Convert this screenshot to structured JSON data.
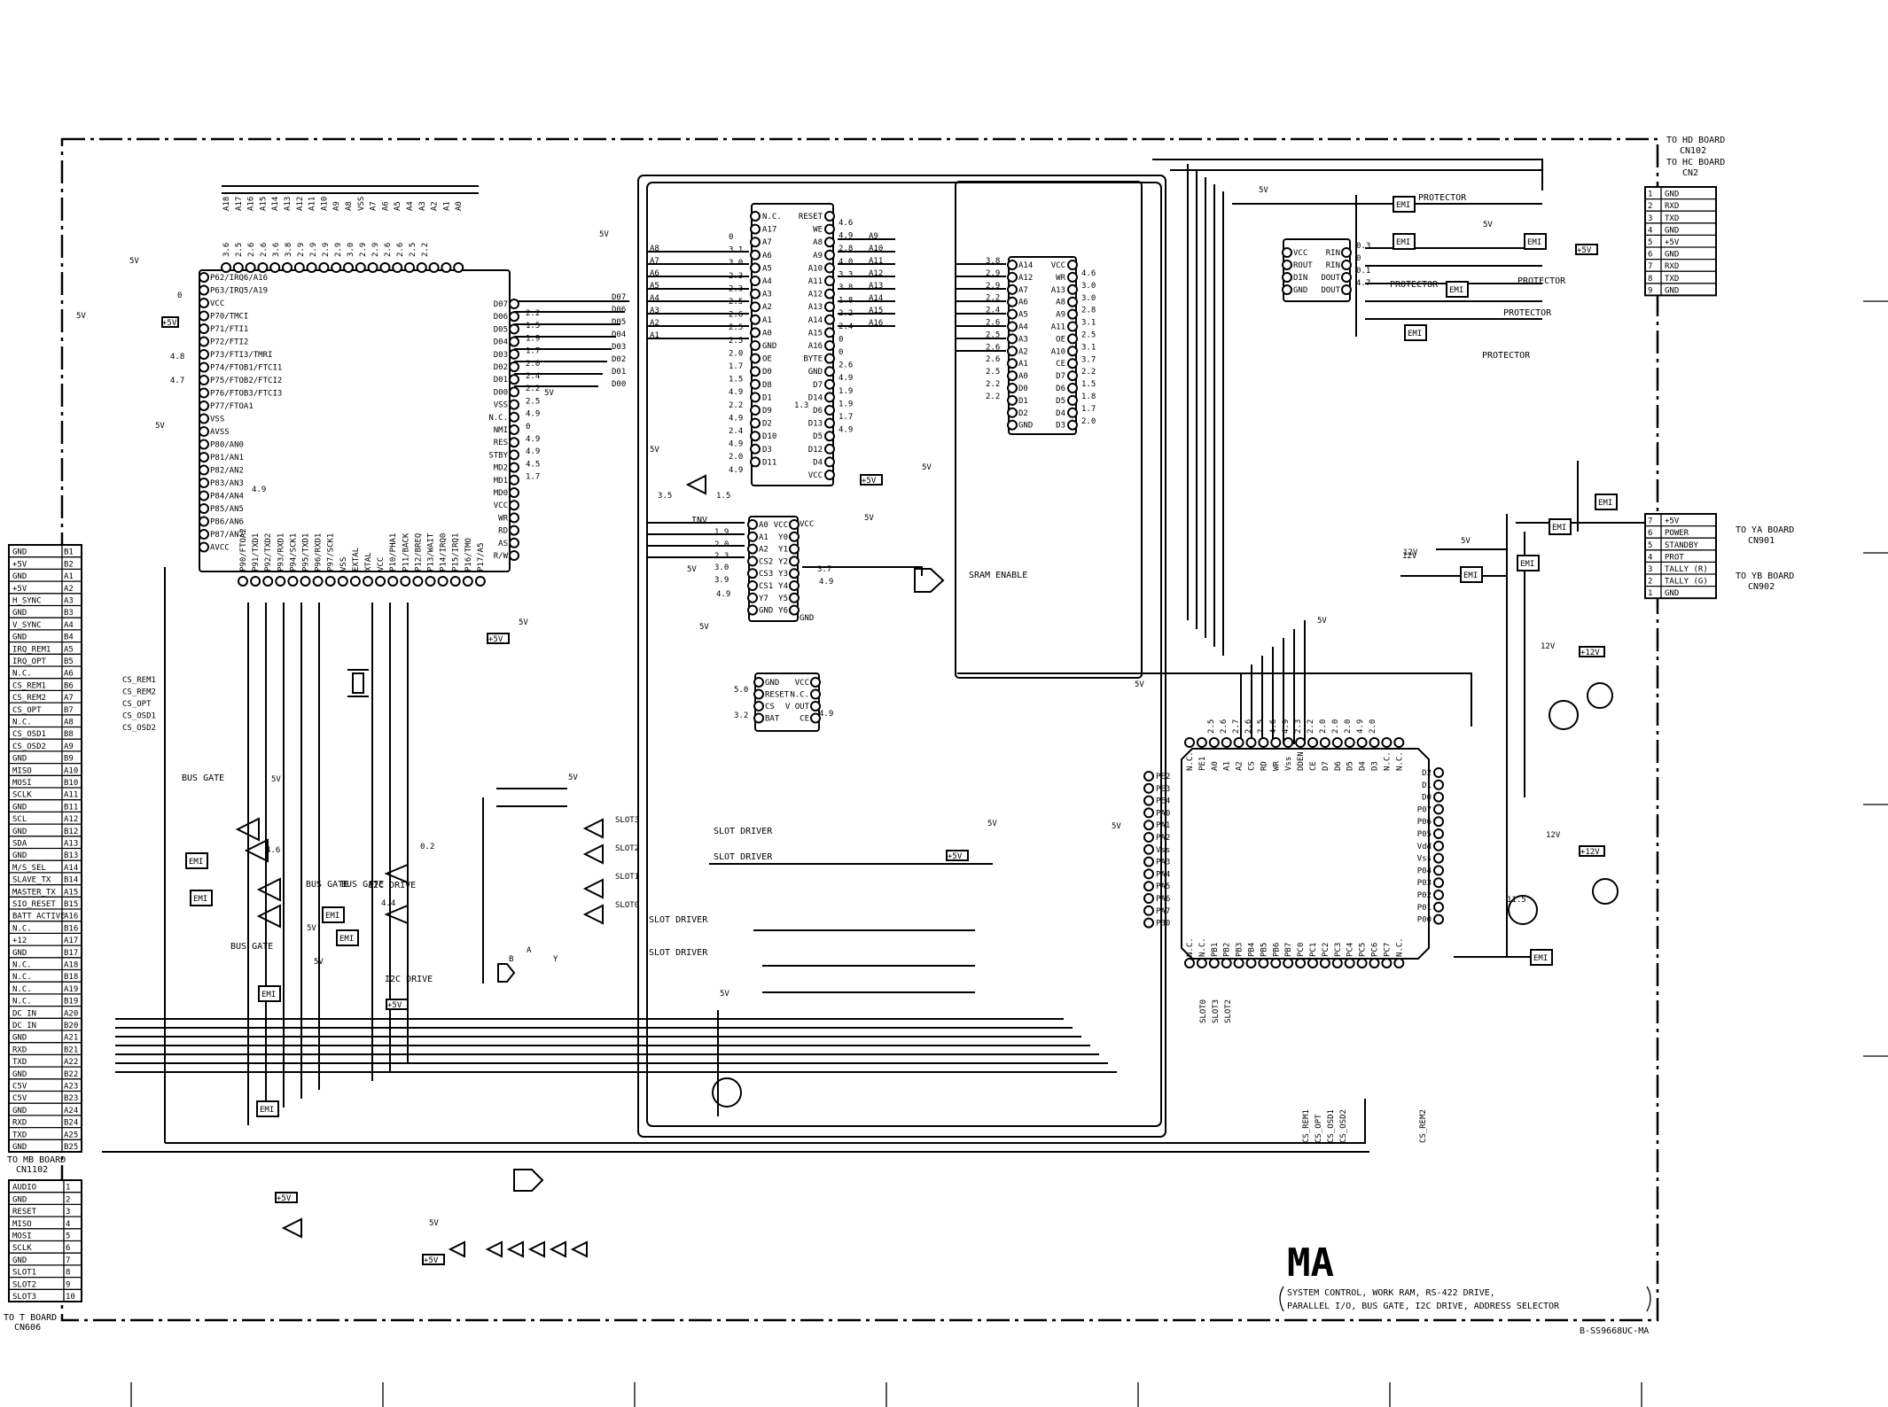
{
  "title": "MA",
  "subtitle_lines": [
    "SYSTEM CONTROL, WORK RAM, RS-422 DRIVE,",
    "PARALLEL I/O, BUS GATE, I2C DRIVE, ADDRESS SELECTOR"
  ],
  "drawing_number": "B-SS9668UC-MA",
  "connectors": {
    "top_right": {
      "headers": [
        "TO HD BOARD",
        "CN102",
        "TO HC BOARD",
        "CN2"
      ],
      "pins": [
        {
          "num": "1",
          "name": "GND"
        },
        {
          "num": "2",
          "name": "RXD"
        },
        {
          "num": "3",
          "name": "TXD"
        },
        {
          "num": "4",
          "name": "GND"
        },
        {
          "num": "5",
          "name": "+5V"
        },
        {
          "num": "6",
          "name": "GND"
        },
        {
          "num": "7",
          "name": "RXD"
        },
        {
          "num": "8",
          "name": "TXD"
        },
        {
          "num": "9",
          "name": "GND"
        }
      ]
    },
    "right_mid": {
      "headers": [
        "TO YA BOARD",
        "CN901",
        "TO YB BOARD",
        "CN902"
      ],
      "pins": [
        {
          "num": "7",
          "name": "+5V"
        },
        {
          "num": "6",
          "name": "POWER"
        },
        {
          "num": "5",
          "name": "STANDBY"
        },
        {
          "num": "4",
          "name": "PROT"
        },
        {
          "num": "3",
          "name": "TALLY (R)"
        },
        {
          "num": "2",
          "name": "TALLY (G)"
        },
        {
          "num": "1",
          "name": "GND"
        }
      ]
    },
    "left_main": {
      "footer": [
        "TO MB BOARD",
        "CN1102"
      ],
      "pins": [
        {
          "num": "B1",
          "name": "GND"
        },
        {
          "num": "B2",
          "name": "+5V"
        },
        {
          "num": "A1",
          "name": "GND"
        },
        {
          "num": "A2",
          "name": "+5V"
        },
        {
          "num": "A3",
          "name": "H_SYNC"
        },
        {
          "num": "B3",
          "name": "GND"
        },
        {
          "num": "A4",
          "name": "V_SYNC"
        },
        {
          "num": "B4",
          "name": "GND"
        },
        {
          "num": "A5",
          "name": "IRQ_REM1"
        },
        {
          "num": "B5",
          "name": "IRQ_OPT"
        },
        {
          "num": "A6",
          "name": "N.C."
        },
        {
          "num": "B6",
          "name": "CS_REM1"
        },
        {
          "num": "A7",
          "name": "CS_REM2"
        },
        {
          "num": "B7",
          "name": "CS_OPT"
        },
        {
          "num": "A8",
          "name": "N.C."
        },
        {
          "num": "B8",
          "name": "CS_OSD1"
        },
        {
          "num": "A9",
          "name": "CS_OSD2"
        },
        {
          "num": "B9",
          "name": "GND"
        },
        {
          "num": "A10",
          "name": "MISO"
        },
        {
          "num": "B10",
          "name": "MOSI"
        },
        {
          "num": "A11",
          "name": "SCLK"
        },
        {
          "num": "B11",
          "name": "GND"
        },
        {
          "num": "A12",
          "name": "SCL"
        },
        {
          "num": "B12",
          "name": "GND"
        },
        {
          "num": "A13",
          "name": "SDA"
        },
        {
          "num": "B13",
          "name": "GND"
        },
        {
          "num": "A14",
          "name": "M/S_SEL"
        },
        {
          "num": "B14",
          "name": "SLAVE_TX"
        },
        {
          "num": "A15",
          "name": "MASTER_TX"
        },
        {
          "num": "B15",
          "name": "SIO_RESET"
        },
        {
          "num": "A16",
          "name": "BATT ACTIVE"
        },
        {
          "num": "B16",
          "name": "N.C."
        },
        {
          "num": "A17",
          "name": "+12"
        },
        {
          "num": "B17",
          "name": "GND"
        },
        {
          "num": "A18",
          "name": "N.C."
        },
        {
          "num": "B18",
          "name": "N.C."
        },
        {
          "num": "A19",
          "name": "N.C."
        },
        {
          "num": "B19",
          "name": "N.C."
        },
        {
          "num": "A20",
          "name": "DC IN"
        },
        {
          "num": "B20",
          "name": "DC IN"
        },
        {
          "num": "A21",
          "name": "GND"
        },
        {
          "num": "B21",
          "name": "RXD"
        },
        {
          "num": "A22",
          "name": "TXD"
        },
        {
          "num": "B22",
          "name": "GND"
        },
        {
          "num": "A23",
          "name": "C5V"
        },
        {
          "num": "B23",
          "name": "C5V"
        },
        {
          "num": "A24",
          "name": "GND"
        },
        {
          "num": "B24",
          "name": "RXD"
        },
        {
          "num": "A25",
          "name": "TXD"
        },
        {
          "num": "B25",
          "name": "GND"
        }
      ]
    },
    "left_bottom": {
      "footer": [
        "TO T BOARD",
        "CN606"
      ],
      "pins": [
        {
          "num": "1",
          "name": "AUDIO"
        },
        {
          "num": "2",
          "name": "GND"
        },
        {
          "num": "3",
          "name": "RESET"
        },
        {
          "num": "4",
          "name": "MISO"
        },
        {
          "num": "5",
          "name": "MOSI"
        },
        {
          "num": "6",
          "name": "SCLK"
        },
        {
          "num": "7",
          "name": "GND"
        },
        {
          "num": "8",
          "name": "SLOT1"
        },
        {
          "num": "9",
          "name": "SLOT2"
        },
        {
          "num": "10",
          "name": "SLOT3"
        }
      ]
    }
  },
  "cpu": {
    "left_pins": [
      "P62/IRQ6/A16",
      "P63/IRQ5/A19",
      "VCC",
      "P70/TMCI",
      "P71/FTI1",
      "P72/FTI2",
      "P73/FTI3/TMRI",
      "P74/FTOB1/FTCI1",
      "P75/FTOB2/FTCI2",
      "P76/FTOB3/FTCI3",
      "P77/FTOA1",
      "VSS",
      "AVSS",
      "P80/AN0",
      "P81/AN1",
      "P82/AN2",
      "P83/AN3",
      "P84/AN4",
      "P85/AN5",
      "P86/AN6",
      "P87/AN7",
      "AVCC"
    ],
    "right_pins": [
      "D07",
      "D06",
      "D05",
      "D04",
      "D03",
      "D02",
      "D01",
      "D00",
      "VSS",
      "N.C.",
      "NMI",
      "RES",
      "STBY",
      "MD2",
      "MD1",
      "MD0",
      "VCC",
      "WR",
      "RD",
      "AS",
      "R/W"
    ],
    "top_pins": [
      "A18",
      "A17",
      "A16",
      "A15",
      "A14",
      "A13",
      "A12",
      "A11",
      "A10",
      "A9",
      "A8",
      "VSS",
      "A7",
      "A6",
      "A5",
      "A4",
      "A3",
      "A2",
      "A1",
      "A0"
    ],
    "bottom_pins": [
      "P90/FTOA2",
      "P91/TXD1",
      "P92/TXD2",
      "P93/RXD1",
      "P94/SCK1",
      "P95/TXD1",
      "P96/RXD1",
      "P97/SCK1",
      "VSS",
      "EXTAL",
      "XTAL",
      "VCC",
      "P10/PHA1",
      "P11/BACK",
      "P12/BREQ",
      "P13/WAIT",
      "P14/IRQ0",
      "P15/IRQ1",
      "P16/TMO",
      "P17/A5"
    ]
  },
  "rom": {
    "left_pins": [
      "N.C.",
      "A17",
      "A7",
      "A6",
      "A5",
      "A4",
      "A3",
      "A2",
      "A1",
      "A0",
      "GND",
      "OE",
      "D0",
      "D8",
      "D1",
      "D9",
      "D2",
      "D10",
      "D3",
      "D11"
    ],
    "right_pins": [
      "RESET",
      "WE",
      "A8",
      "A9",
      "A10",
      "A11",
      "A12",
      "A13",
      "A14",
      "A15",
      "A16",
      "BYTE",
      "GND",
      "D7",
      "D14",
      "D6",
      "D13",
      "D5",
      "D12",
      "D4",
      "VCC"
    ]
  },
  "sram": {
    "left_pins": [
      "A14",
      "A12",
      "A7",
      "A6",
      "A5",
      "A4",
      "A3",
      "A2",
      "A1",
      "A0",
      "D0",
      "D1",
      "D2",
      "GND"
    ],
    "right_pins": [
      "VCC",
      "WR",
      "A13",
      "A8",
      "A9",
      "A11",
      "OE",
      "A10",
      "CE",
      "D7",
      "D6",
      "D5",
      "D4",
      "D3"
    ]
  },
  "decoder": {
    "left_pins": [
      "A0",
      "A1",
      "A2",
      "CS2",
      "CS3",
      "CS1",
      "Y7",
      "GND"
    ],
    "right_pins": [
      "VCC",
      "Y0",
      "Y1",
      "Y2",
      "Y3",
      "Y4",
      "Y5",
      "Y6"
    ]
  },
  "backup_ic": {
    "left_pins": [
      "GND",
      "RESET",
      "CS",
      "BAT"
    ],
    "right_pins": [
      "VCC",
      "N.C.",
      "V OUT",
      "CE"
    ]
  },
  "rs422": {
    "left_pins": [
      "VCC",
      "ROUT",
      "DIN",
      "GND"
    ],
    "right_pins": [
      "RIN",
      "RIN",
      "DOUT",
      "DOUT"
    ]
  },
  "gate_array": {
    "top_pins": [
      "N.C.",
      "PE1",
      "A0",
      "A1",
      "A2",
      "CS",
      "RD",
      "WR",
      "Vss",
      "DDEN",
      "CE",
      "D7",
      "D6",
      "D5",
      "D4",
      "D3",
      "N.C.",
      "N.C."
    ],
    "left_pins": [
      "PE2",
      "PE3",
      "PE4",
      "PA0",
      "PA1",
      "PA2",
      "Vss",
      "PA3",
      "PA4",
      "PA5",
      "PA6",
      "PA7",
      "PB0"
    ],
    "right_pins": [
      "D2",
      "D1",
      "D0",
      "P07",
      "P06",
      "P05",
      "Vdd",
      "Vss",
      "P04",
      "P03",
      "P02",
      "P01",
      "P00"
    ],
    "bottom_pins": [
      "N.C.",
      "N.C.",
      "PB1",
      "PB2",
      "PB3",
      "PB4",
      "PB5",
      "PB6",
      "PB7",
      "PC0",
      "PC1",
      "PC2",
      "PC3",
      "PC4",
      "PC5",
      "PC6",
      "PC7",
      "N.C."
    ]
  },
  "labels": {
    "emi": "EMI",
    "protector": "PROTECTOR",
    "bus_gate": "BUS GATE",
    "i2c_drive": "I2C DRIVE",
    "slot_driver": "SLOT DRIVER",
    "sram_enable": "SRAM ENABLE",
    "inv": "INV",
    "plus5v": "+5V",
    "plus12v": "+12V",
    "v5": "5V",
    "v12": "12V",
    "slots": [
      "SLOT3",
      "SLOT2",
      "SLOT1",
      "SLOT0"
    ],
    "cs_lines": [
      "CS_REM1",
      "CS_REM2",
      "CS_OPT",
      "CS_OSD1",
      "CS_OSD2"
    ],
    "bottom_cs": [
      "CS_REM1",
      "CS_OPT",
      "CS_OSD1",
      "CS_OSD2",
      "CS_REM2"
    ],
    "slot_bottom": [
      "SLOT0",
      "SLOT3",
      "SLOT2"
    ],
    "data_bus": [
      "D07",
      "D06",
      "D05",
      "D04",
      "D03",
      "D02",
      "D01",
      "D00"
    ],
    "addr_rom_left": [
      "A8",
      "A7",
      "A6",
      "A5",
      "A4",
      "A3",
      "A2",
      "A1"
    ],
    "addr_rom_right": [
      "A9",
      "A10",
      "A11",
      "A12",
      "A13",
      "A14",
      "A15",
      "A16"
    ],
    "rom_volts_left": [
      "0",
      "3.1",
      "3.0",
      "2.3",
      "2.3",
      "2.5",
      "2.6",
      "2.5",
      "2.5",
      "2.0",
      "1.7",
      "1.5",
      "4.9",
      "2.2",
      "4.9",
      "2.4",
      "4.9",
      "2.0",
      "4.9"
    ],
    "rom_volts_right": [
      "4.6",
      "4.9",
      "2.8",
      "4.0",
      "3.3",
      "3.8",
      "1.8",
      "2.2",
      "2.4",
      "0",
      "0",
      "2.6",
      "4.9",
      "1.9",
      "1.9",
      "1.7",
      "4.9"
    ],
    "sram_volts_left": [
      "3.8",
      "2.9",
      "2.9",
      "2.2",
      "2.4",
      "2.6",
      "2.5",
      "2.6",
      "2.6",
      "2.5",
      "2.2",
      "2.2"
    ],
    "sram_volts_right": [
      "4.6",
      "3.0",
      "3.0",
      "2.8",
      "3.1",
      "2.5",
      "3.1",
      "3.7",
      "2.2",
      "1.5",
      "1.8",
      "1.7",
      "2.0"
    ],
    "cpu_top_volts": [
      "3.6",
      "2.5",
      "2.6",
      "2.6",
      "3.6",
      "3.8",
      "2.9",
      "2.9",
      "2.9",
      "2.9",
      "3.0",
      "2.9",
      "2.9",
      "2.6",
      "2.6",
      "2.5",
      "2.2"
    ],
    "cpu_right_volts": [
      "2.2",
      "1.5",
      "1.9",
      "1.7",
      "2.0",
      "2.4",
      "2.2",
      "2.5",
      "4.9",
      "0",
      "4.9",
      "4.9",
      "4.5",
      "1.7"
    ],
    "gate_top_volts": [
      "2.5",
      "2.6",
      "2.7",
      "2.6",
      "2.5",
      "4.6",
      "4.9",
      "2.3",
      "2.2",
      "2.0",
      "2.0",
      "2.0",
      "4.9",
      "2.0"
    ],
    "misc_volts": [
      "4.8",
      "4.7",
      "4.9",
      "0",
      "3.5",
      "1.5",
      "1.9",
      "2.0",
      "2.3",
      "3.0",
      "3.9",
      "4.9",
      "3.7",
      "4.9",
      "5.0",
      "3.2",
      "4.9",
      "0.3",
      "0",
      "0.1",
      "4.7",
      "11.5",
      "1.3",
      "0.2",
      "4.4",
      "4.6"
    ],
    "misc_texts": [
      "12V",
      "VCC",
      "GND",
      "B",
      "A",
      "Y"
    ]
  }
}
